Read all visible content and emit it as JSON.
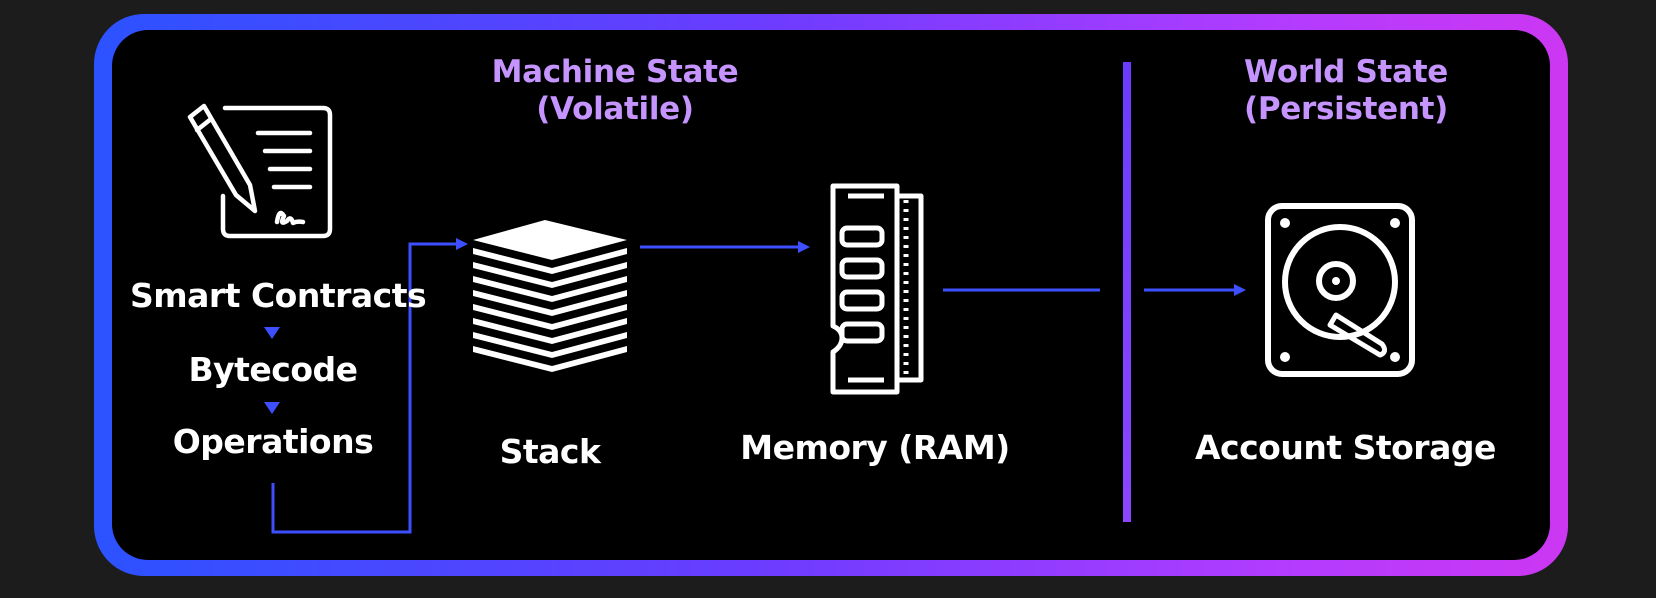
{
  "headers": {
    "machine_state_line1": "Machine State",
    "machine_state_line2": "(Volatile)",
    "world_state_line1": "World State",
    "world_state_line2": "(Persistent)"
  },
  "labels": {
    "smart_contracts": "Smart Contracts",
    "bytecode": "Bytecode",
    "operations": "Operations",
    "stack": "Stack",
    "memory": "Memory (RAM)",
    "account_storage": "Account Storage"
  },
  "icons": {
    "contract": "contract-pen-icon",
    "stack": "stack-layers-icon",
    "memory": "ram-chip-icon",
    "storage": "hard-drive-icon"
  },
  "colors": {
    "background": "#1c1c1c",
    "panel": "#000000",
    "frame_start": "#2c52ff",
    "frame_end": "#cc37f2",
    "header": "#c594ff",
    "arrow": "#3d4fff",
    "divider": "#7b46ff"
  }
}
